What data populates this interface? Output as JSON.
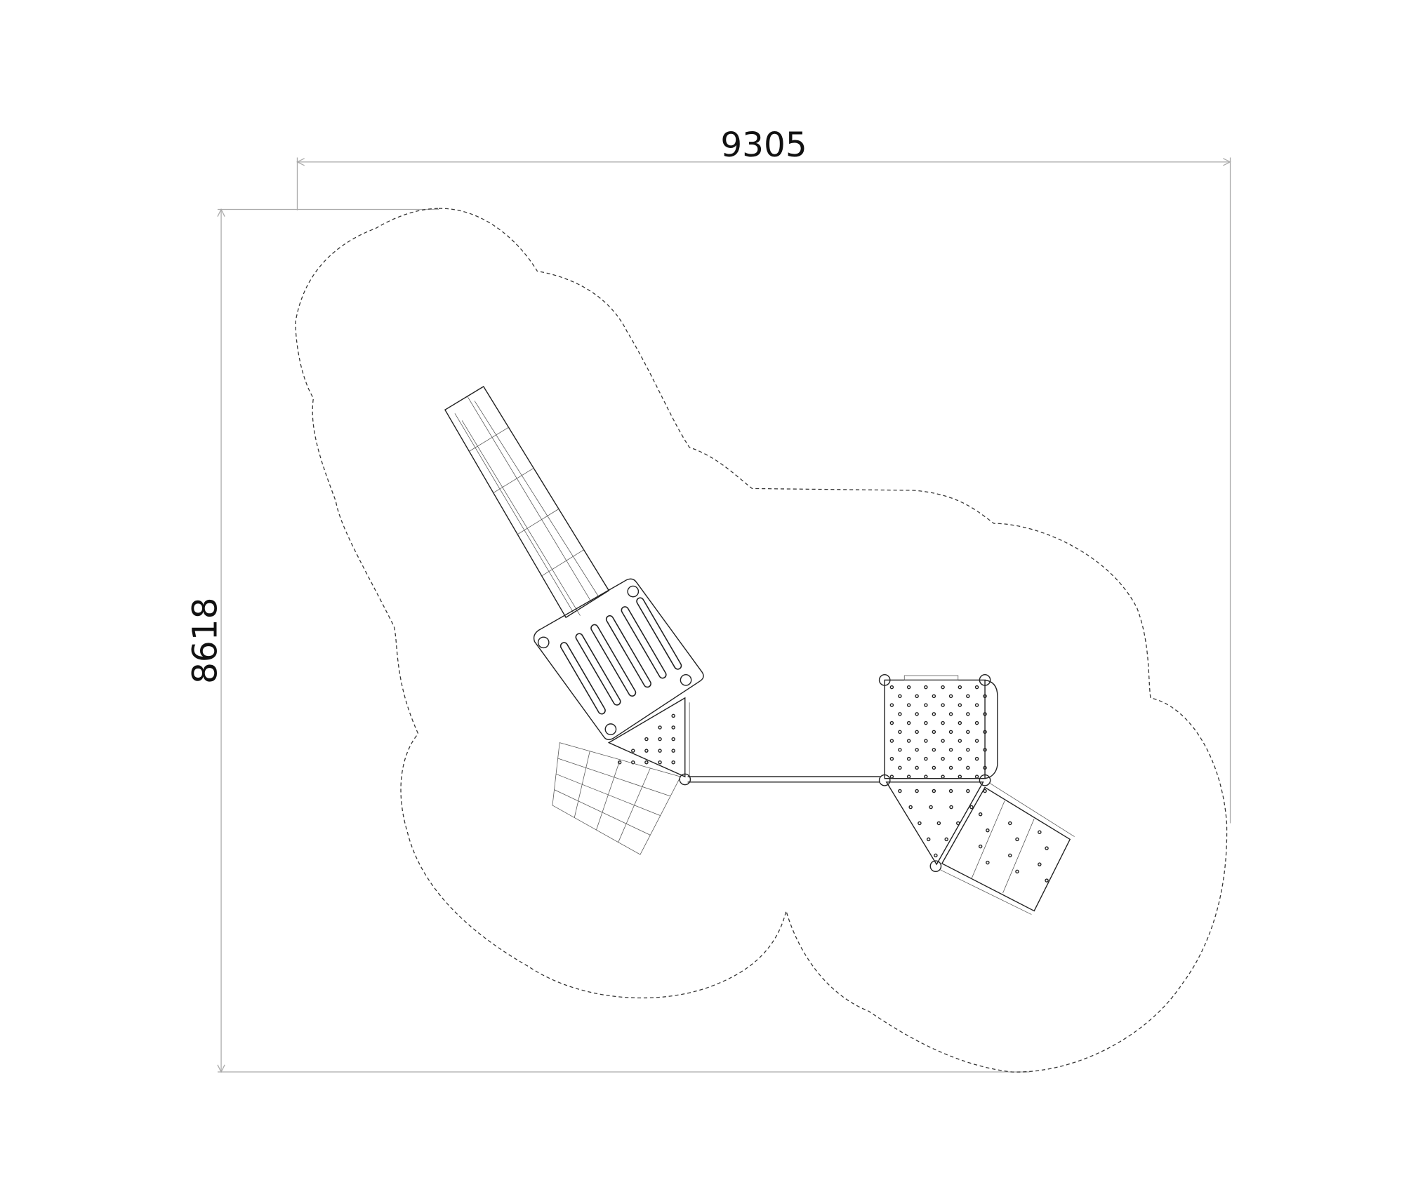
{
  "drawing": {
    "dimensions": {
      "width_label": "9305",
      "height_label": "8618"
    },
    "components": [
      "safety-zone",
      "slide",
      "slide-platform",
      "climbing-net",
      "bridge",
      "square-platform",
      "triangle-platform",
      "step-ladder"
    ]
  }
}
